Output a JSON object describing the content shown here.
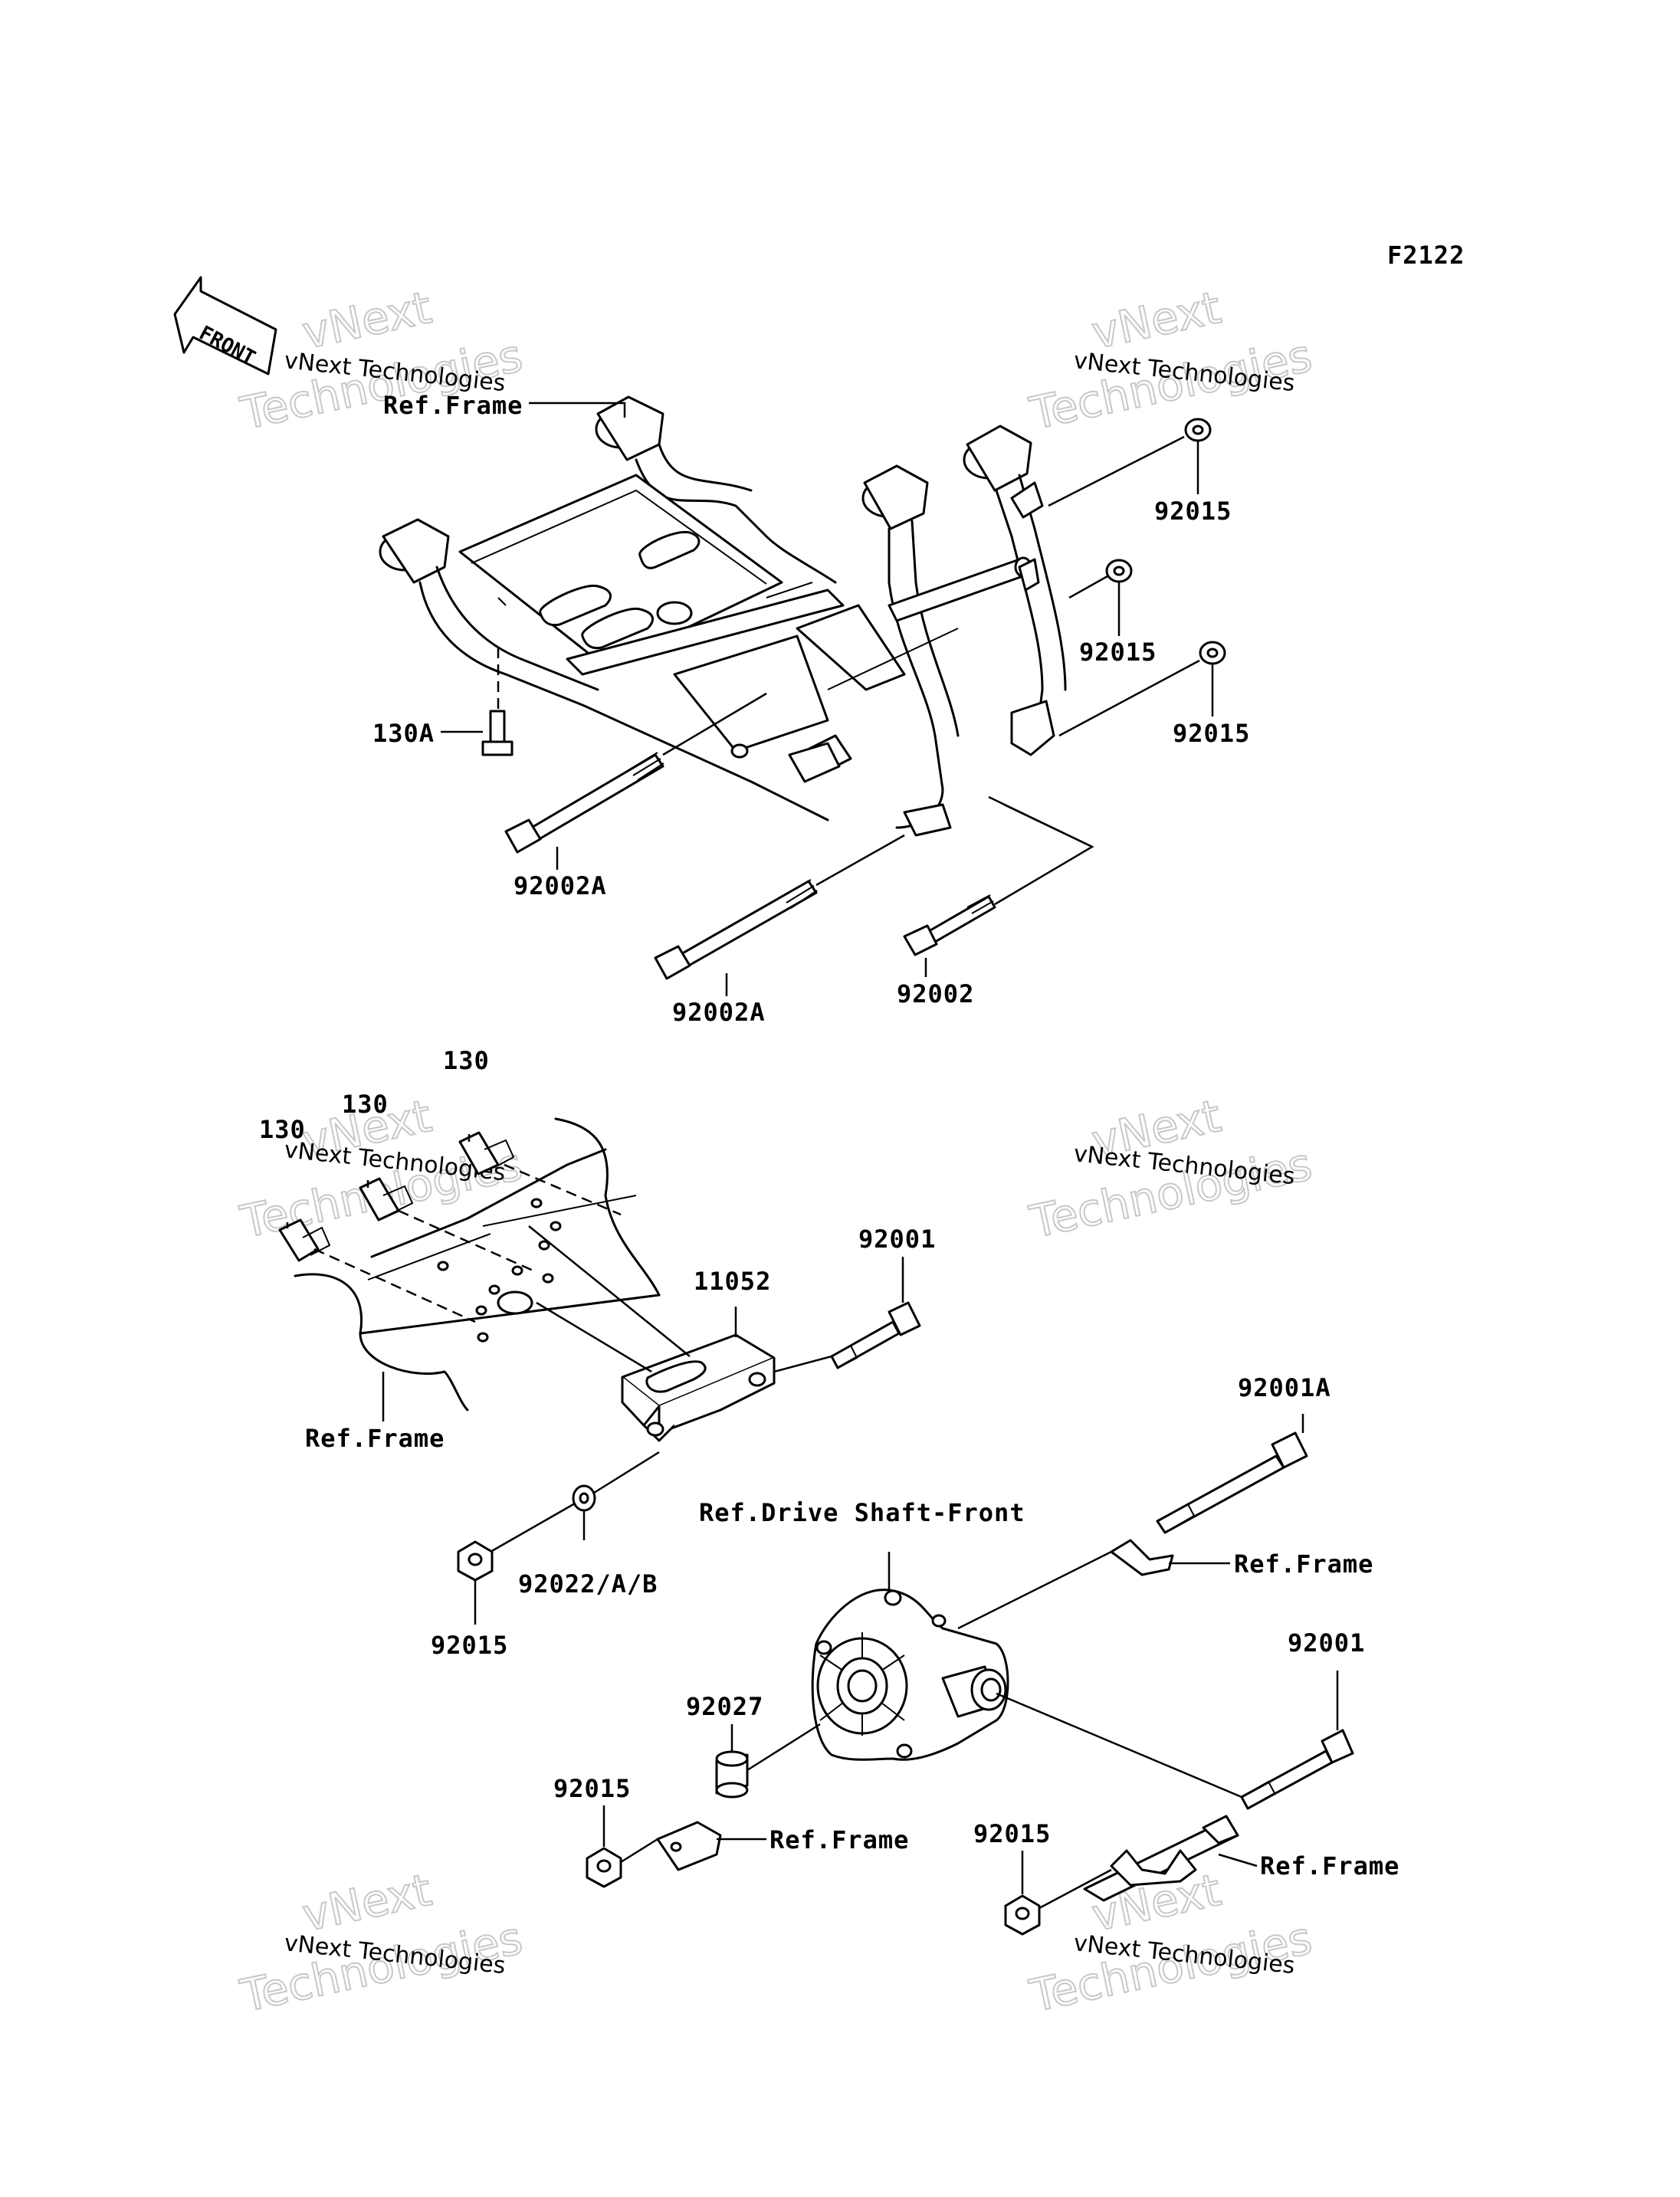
{
  "figure_code": "F2122",
  "front_label": "FRONT",
  "watermark": {
    "line1": "vNext Technologies",
    "line2": "vNext",
    "line3": "Technologies"
  },
  "labels": {
    "ref_frame_top": "Ref.Frame",
    "p92015_a": "92015",
    "p92015_b": "92015",
    "p92015_c": "92015",
    "p130A": "130A",
    "p92002A_a": "92002A",
    "p92002A_b": "92002A",
    "p92002": "92002",
    "p130_a": "130",
    "p130_b": "130",
    "p130_c": "130",
    "p92001_a": "92001",
    "p11052": "11052",
    "ref_frame_mid": "Ref.Frame",
    "p92022": "92022/A/B",
    "p92015_d": "92015",
    "p92001A": "92001A",
    "ref_drive_shaft": "Ref.Drive Shaft-Front",
    "ref_frame_r1": "Ref.Frame",
    "p92001_b": "92001",
    "p92027": "92027",
    "p92015_e": "92015",
    "ref_frame_low": "Ref.Frame",
    "p92015_f": "92015",
    "ref_frame_r2": "Ref.Frame"
  }
}
